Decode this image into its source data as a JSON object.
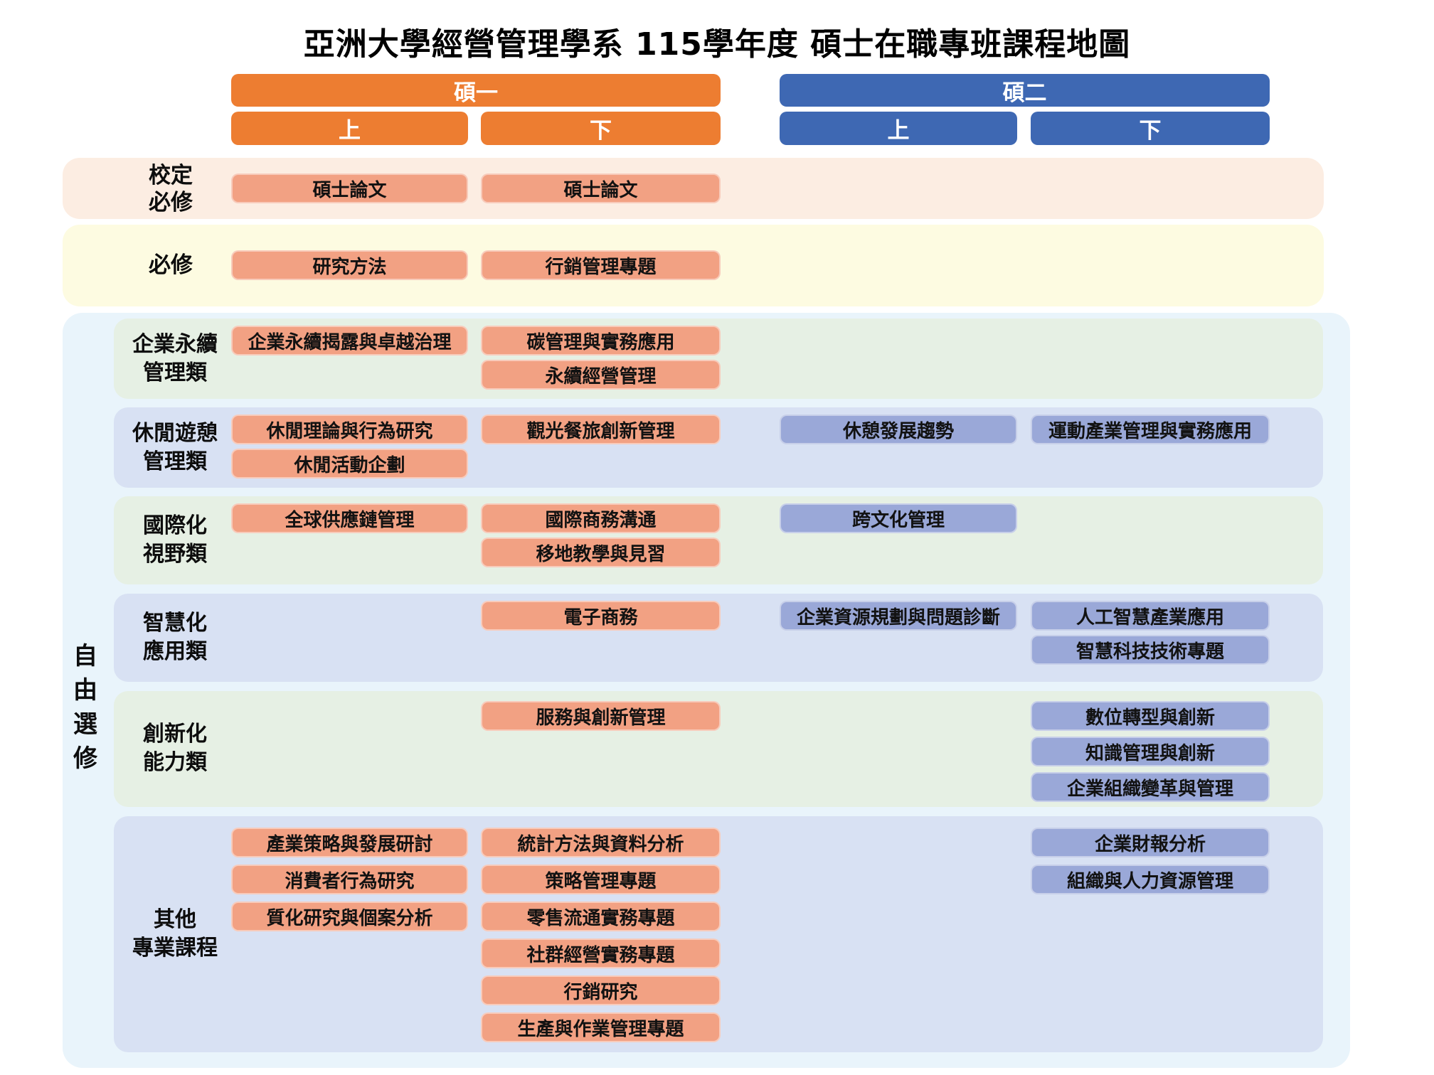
{
  "title": "亞洲大學經營管理學系 115學年度 碩士在職專班課程地圖",
  "palette": {
    "header_orange": "#ED7D31",
    "header_blue": "#3E68B3",
    "pill_orange": "#F2A183",
    "pill_blue": "#9AA8D8",
    "row_school_required_bg": "#FCEDE2",
    "row_required_bg": "#FDFBE1",
    "elective_outer_bg": "#E9F4FB",
    "section_green_bg": "#E6F0E4",
    "section_lavender_bg": "#D8E1F3"
  },
  "headers": {
    "year1": "碩一",
    "year2": "碩二",
    "y1_up": "上",
    "y1_down": "下",
    "y2_up": "上",
    "y2_down": "下"
  },
  "side_elective": "自由選修",
  "rows": {
    "school_required": {
      "label": [
        "校定",
        "必修"
      ],
      "m1_up": [
        "碩士論文"
      ],
      "m1_down": [
        "碩士論文"
      ]
    },
    "required": {
      "label": [
        "必修"
      ],
      "m1_up": [
        "研究方法"
      ],
      "m1_down": [
        "行銷管理專題"
      ]
    },
    "sustain": {
      "label": [
        "企業永續",
        "管理類"
      ],
      "m1_up": [
        "企業永續揭露與卓越治理"
      ],
      "m1_down": [
        "碳管理與實務應用",
        "永續經營管理"
      ]
    },
    "leisure": {
      "label": [
        "休閒遊憩",
        "管理類"
      ],
      "m1_up": [
        "休閒理論與行為研究",
        "休閒活動企劃"
      ],
      "m1_down": [
        "觀光餐旅創新管理"
      ],
      "m2_up": [
        "休憩發展趨勢"
      ],
      "m2_down": [
        "運動產業管理與實務應用"
      ]
    },
    "intl": {
      "label": [
        "國際化",
        "視野類"
      ],
      "m1_up": [
        "全球供應鏈管理"
      ],
      "m1_down": [
        "國際商務溝通",
        "移地教學與見習"
      ],
      "m2_up": [
        "跨文化管理"
      ]
    },
    "smart": {
      "label": [
        "智慧化",
        "應用類"
      ],
      "m1_down": [
        "電子商務"
      ],
      "m2_up": [
        "企業資源規劃與問題診斷"
      ],
      "m2_down": [
        "人工智慧產業應用",
        "智慧科技技術專題"
      ]
    },
    "innov": {
      "label": [
        "創新化",
        "能力類"
      ],
      "m1_down": [
        "服務與創新管理"
      ],
      "m2_down": [
        "數位轉型與創新",
        "知識管理與創新",
        "企業組織變革與管理"
      ]
    },
    "other": {
      "label": [
        "其他",
        "專業課程"
      ],
      "m1_up": [
        "產業策略與發展研討",
        "消費者行為研究",
        "質化研究與個案分析"
      ],
      "m1_down": [
        "統計方法與資料分析",
        "策略管理專題",
        "零售流通實務專題",
        "社群經營實務專題",
        "行銷研究",
        "生產與作業管理專題"
      ],
      "m2_down": [
        "企業財報分析",
        "組織與人力資源管理"
      ]
    }
  }
}
